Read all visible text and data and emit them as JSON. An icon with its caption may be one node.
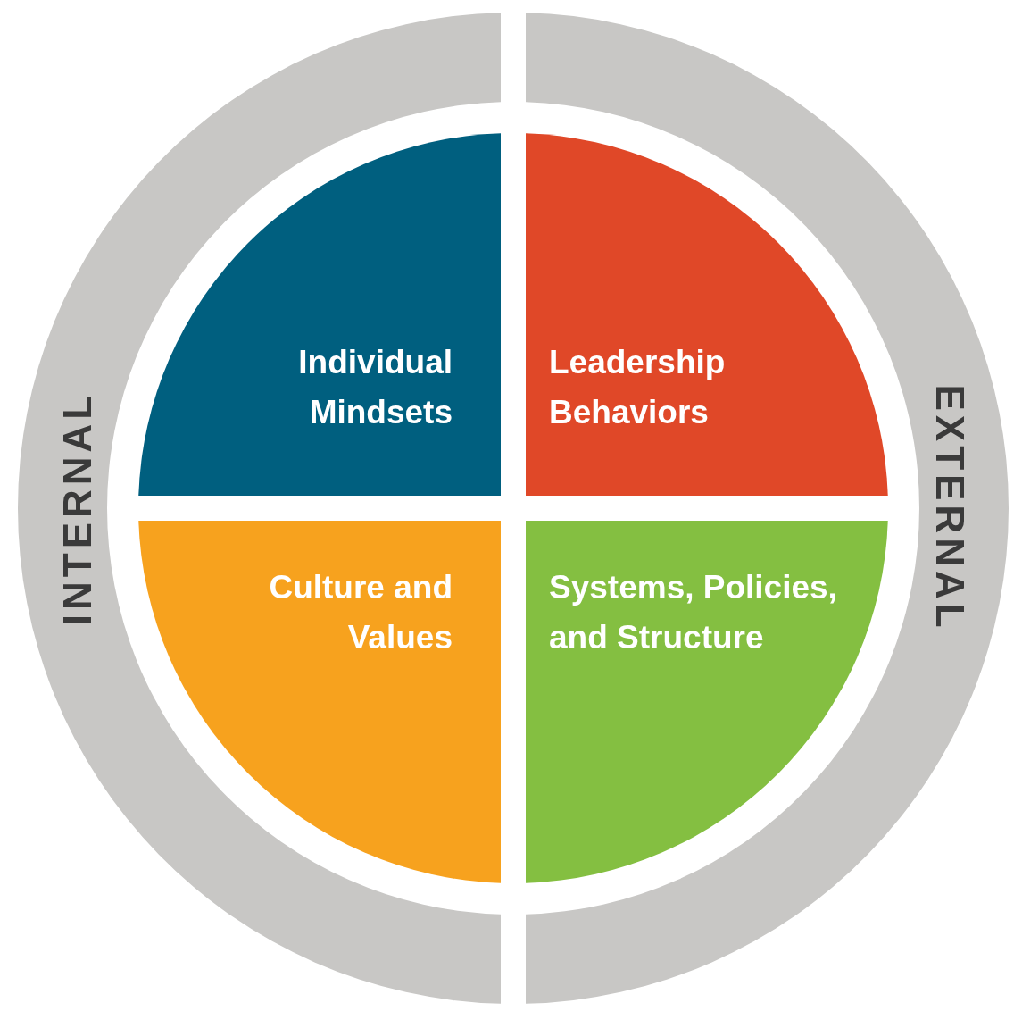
{
  "diagram": {
    "nodes": [
      {
        "text": [
          "INTERNAL"
        ]
      },
      {
        "text": [
          "EXTERNAL"
        ]
      },
      {
        "text": [
          "Individual Mindsets"
        ]
      },
      {
        "text": [
          "Leadership Behaviors"
        ]
      },
      {
        "text": [
          "Culture and Values"
        ]
      },
      {
        "text": [
          "Systems, Policies, and Structure"
        ]
      }
    ]
  }
}
